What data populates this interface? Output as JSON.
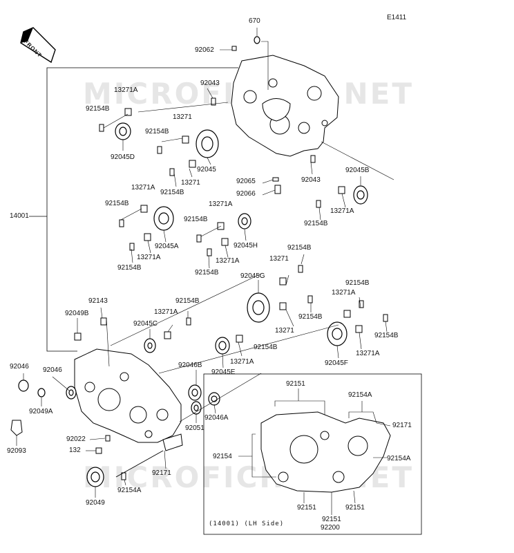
{
  "diagram_code": "E1411",
  "front_arrow_label": "FRONT",
  "watermark": "MICROFICHES.NET",
  "inset_caption": "(14001)  (LH Side)",
  "labels": {
    "l670": "670",
    "l92062": "92062",
    "l13271A_1": "13271A",
    "l92043_1": "92043",
    "l92154B_1": "92154B",
    "l92045D": "92045D",
    "l13271_1": "13271",
    "l92154B_2": "92154B",
    "l92045": "92045",
    "l13271_2": "13271",
    "l92154B_3": "92154B",
    "l92065": "92065",
    "l92043_2": "92043",
    "l92066": "92066",
    "l92045B": "92045B",
    "l13271A_2": "13271A",
    "l92154B_4": "92154B",
    "l92154B_5": "92154B",
    "l13271A_3": "13271A",
    "l14001": "14001",
    "l92045A": "92045A",
    "l13271A_4": "13271A",
    "l92154B_6": "92154B",
    "l92154B_7": "92154B",
    "l92045H": "92045H",
    "l13271A_5": "13271A",
    "l92154B_8": "92154B",
    "l13271_3": "13271",
    "l92154B_9": "92154B",
    "l92045G": "92045G",
    "l92154B_10": "92154B",
    "l13271A_6": "13271A",
    "l92143": "92143",
    "l92154B_11": "92154B",
    "l92049B": "92049B",
    "l13271A_7": "13271A",
    "l92045C": "92045C",
    "l92154B_12": "92154B",
    "l13271_4": "13271",
    "l92154B_13": "92154B",
    "l92154B_14": "92154B",
    "l13271A_8": "13271A",
    "l92045F": "92045F",
    "l13271A_9": "13271A",
    "l92045E": "92045E",
    "l92046B": "92046B",
    "l92046_1": "92046",
    "l92046_2": "92046",
    "l92049A": "92049A",
    "l92046A": "92046A",
    "l92051": "92051",
    "l92093": "92093",
    "l92022": "92022",
    "l132": "132",
    "l92171_1": "92171",
    "l92049": "92049",
    "l92154A_1": "92154A",
    "l92151_1": "92151",
    "l92154A_2": "92154A",
    "l92171_2": "92171",
    "l92154_1": "92154",
    "l92154A_3": "92154A",
    "l92151_2": "92151",
    "l92151_3": "92151",
    "l92151_4": "92151",
    "l92200": "92200"
  }
}
